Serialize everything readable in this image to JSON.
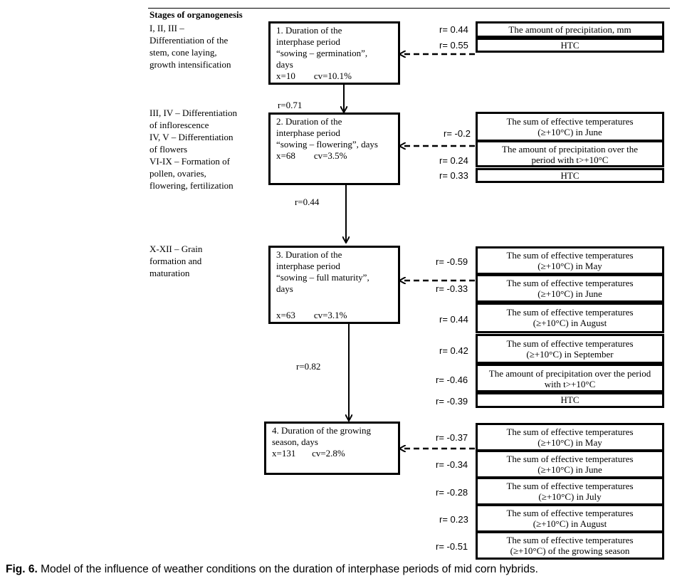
{
  "stages": {
    "title": "Stages of organogenesis",
    "s1": "I, II, III –\nDifferentiation of the\nstem, cone laying,\ngrowth intensification",
    "s2": "III, IV – Differentiation\nof inflorescence\nIV, V – Differentiation\nof flowers\nVI-IX – Formation of\npollen, ovaries,\nflowering, fertilization",
    "s3": "X-XII – Grain\nformation and\nmaturation"
  },
  "periods": [
    {
      "text": "1. Duration of the\ninterphase period\n“sowing – germination”,\ndays",
      "stats": "x=10        cv=10.1%"
    },
    {
      "text": "2. Duration of the\ninterphase period\n“sowing – flowering”, days",
      "stats": "x=68        cv=3.5%",
      "stats_inline": true
    },
    {
      "text": "3. Duration of the\ninterphase period\n“sowing – full maturity”,\ndays",
      "stats": "x=63        cv=3.1%"
    },
    {
      "text": "4. Duration of the growing\nseason, days",
      "stats": "x=131       cv=2.8%",
      "stats_inline": true
    }
  ],
  "links": [
    "r=0.71",
    "r=0.44",
    "r=0.82"
  ],
  "factors": {
    "g1": [
      {
        "r": "r= 0.44",
        "l1": "The amount of precipitation, mm",
        "l2": ""
      },
      {
        "r": "r= 0.55",
        "l1": "HTC",
        "l2": ""
      }
    ],
    "g2": [
      {
        "r": "r= -0.2",
        "l1": "The sum of effective temperatures",
        "l2": "(≥+10°C) in June"
      },
      {
        "r": "r= 0.24",
        "l1": "The amount of precipitation over the",
        "l2": "period with t>+10°C"
      },
      {
        "r": "r= 0.33",
        "l1": "HTC",
        "l2": ""
      }
    ],
    "g3": [
      {
        "r": "r= -0.59",
        "l1": "The sum of effective temperatures",
        "l2": "(≥+10°C) in May"
      },
      {
        "r": "r= -0.33",
        "l1": "The sum of effective temperatures",
        "l2": "(≥+10°C) in June"
      },
      {
        "r": "r= 0.44",
        "l1": "The sum of effective temperatures",
        "l2": "(≥+10°C) in August"
      },
      {
        "r": "r= 0.42",
        "l1": "The sum of effective temperatures",
        "l2": "(≥+10°C) in September"
      },
      {
        "r": "r= -0.46",
        "l1": "The amount of precipitation over the period",
        "l2": "with t>+10°C"
      },
      {
        "r": "r= -0.39",
        "l1": "HTC",
        "l2": ""
      }
    ],
    "g4": [
      {
        "r": "r= -0.37",
        "l1": "The sum of effective temperatures",
        "l2": "(≥+10°C) in May"
      },
      {
        "r": "r= -0.34",
        "l1": "The sum of effective temperatures",
        "l2": "(≥+10°C) in June"
      },
      {
        "r": "r= -0.28",
        "l1": "The sum of effective temperatures",
        "l2": "(≥+10°C) in July"
      },
      {
        "r": "r= 0.23",
        "l1": "The sum of effective temperatures",
        "l2": "(≥+10°C) in August"
      },
      {
        "r": "r= -0.51",
        "l1": "The sum of effective temperatures",
        "l2": "(≥+10°C) of the growing season"
      }
    ]
  },
  "caption": {
    "label": "Fig. 6.",
    "text": " Model of the influence of weather conditions on the duration of interphase periods of mid corn hybrids."
  }
}
